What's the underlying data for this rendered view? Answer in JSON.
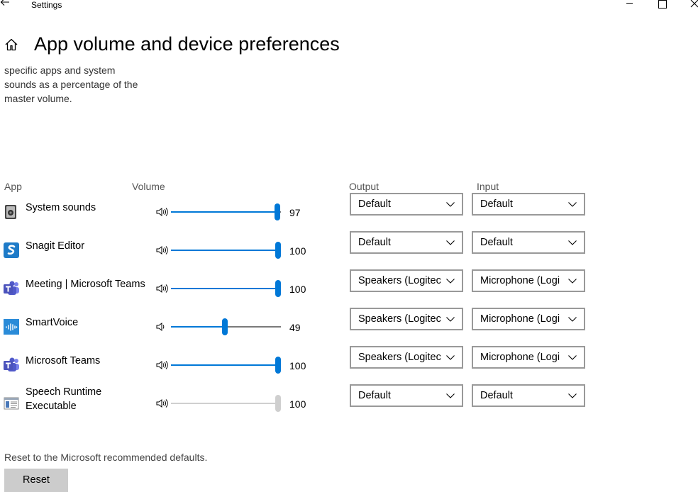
{
  "window": {
    "title": "Settings"
  },
  "header": {
    "title": "App volume and device preferences"
  },
  "description": "specific apps and system sounds as a percentage of the master volume.",
  "columns": {
    "app": "App",
    "volume": "Volume",
    "output": "Output",
    "input": "Input"
  },
  "accent_color": "#0078d7",
  "apps": [
    {
      "name": "System sounds",
      "icon": "system-sounds-icon",
      "volume": 97,
      "volume_label": "97",
      "output": "Default",
      "input": "Default",
      "enabled": true
    },
    {
      "name": "Snagit Editor",
      "icon": "snagit-icon",
      "volume": 100,
      "volume_label": "100",
      "output": "Default",
      "input": "Default",
      "enabled": true
    },
    {
      "name": "Meeting | Microsoft Teams",
      "icon": "teams-icon",
      "volume": 100,
      "volume_label": "100",
      "output": "Speakers (Logitec",
      "input": "Microphone (Logi",
      "enabled": true
    },
    {
      "name": "SmartVoice",
      "icon": "smartvoice-icon",
      "volume": 49,
      "volume_label": "49",
      "output": "Speakers (Logitec",
      "input": "Microphone (Logi",
      "enabled": true
    },
    {
      "name": "Microsoft Teams",
      "icon": "teams-icon",
      "volume": 100,
      "volume_label": "100",
      "output": "Speakers (Logitec",
      "input": "Microphone (Logi",
      "enabled": true
    },
    {
      "name": "Speech Runtime Executable",
      "icon": "speech-runtime-icon",
      "volume": 100,
      "volume_label": "100",
      "output": "Default",
      "input": "Default",
      "enabled": false
    }
  ],
  "reset": {
    "text": "Reset to the Microsoft recommended defaults.",
    "button_label": "Reset"
  }
}
